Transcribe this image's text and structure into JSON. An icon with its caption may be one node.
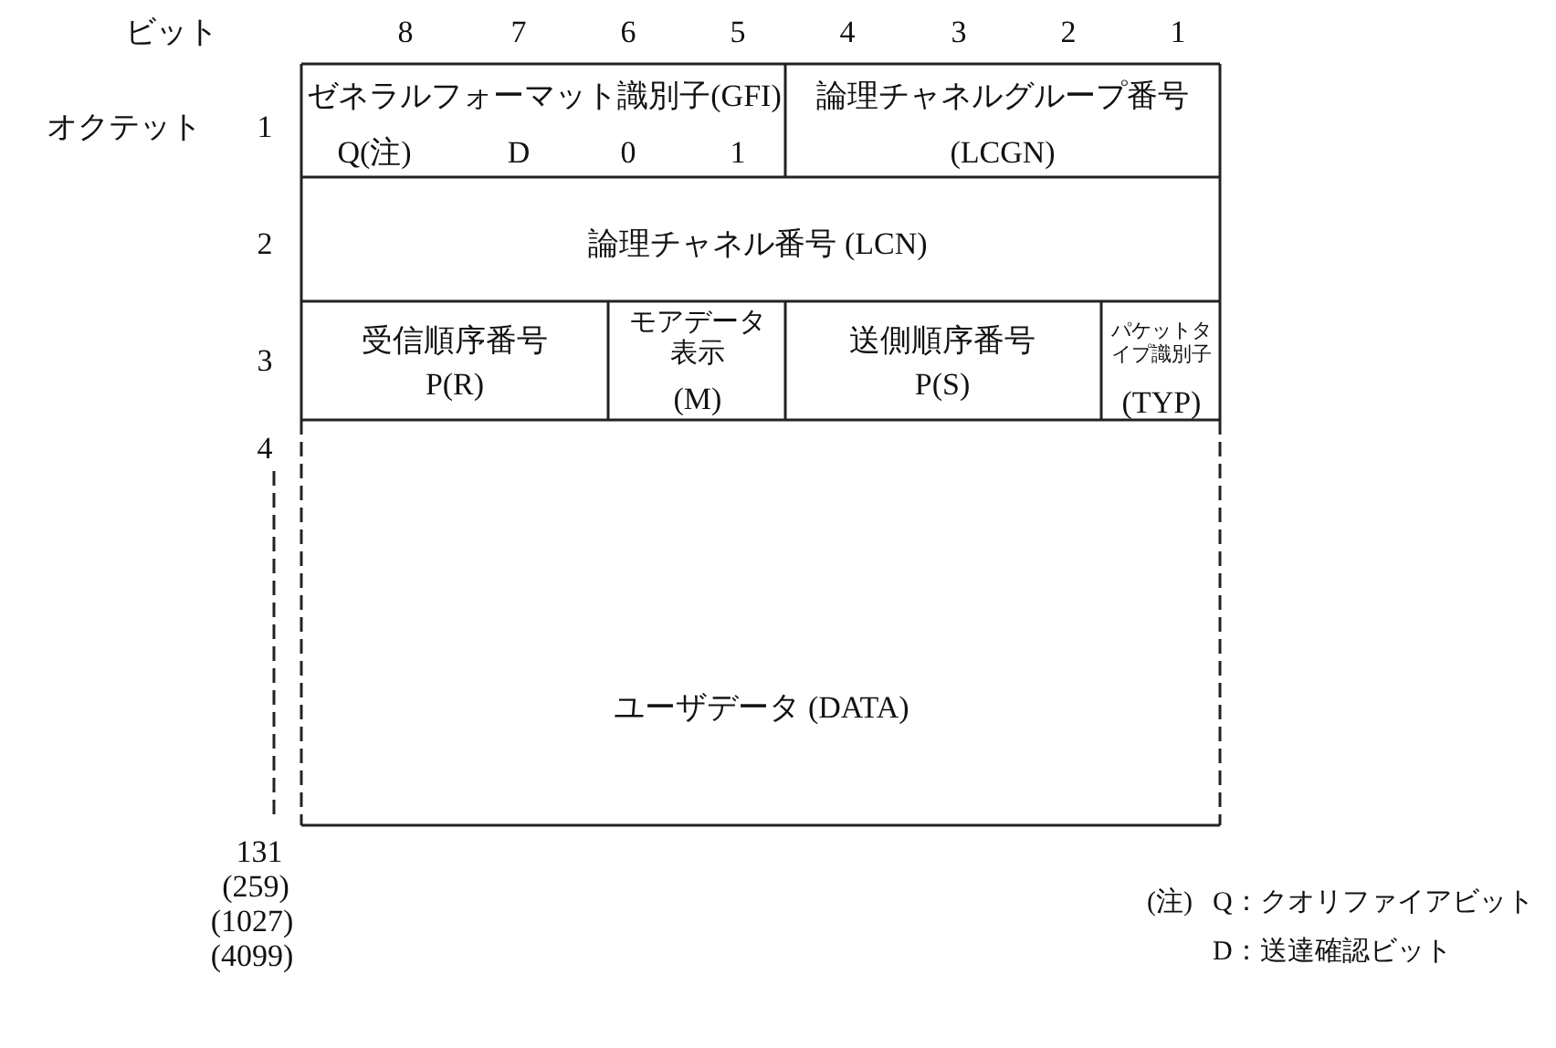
{
  "diagram": {
    "labels": [
      "ビット",
      "8",
      "7",
      "6",
      "5",
      "4",
      "3",
      "2",
      "1",
      "オクテット",
      "1",
      "ゼネラルフォーマット識別子(GFI)",
      "Q(注)",
      "D",
      "0",
      "1",
      "論理チャネルグループ番号",
      "(LCGN)",
      "2",
      "論理チャネル番号 (LCN)",
      "3",
      "受信順序番号",
      "P(R)",
      "モアデータ表示",
      "(M)",
      "送側順序番号",
      "P(S)",
      "パケットタイプ識別子",
      "(TYP)",
      "4",
      "ユーザデータ (DATA)",
      "131",
      "(259)",
      "(1027)",
      "(4099)",
      "(注)",
      "Q：クオリファイアビット",
      "D：送達確認ビット"
    ]
  }
}
